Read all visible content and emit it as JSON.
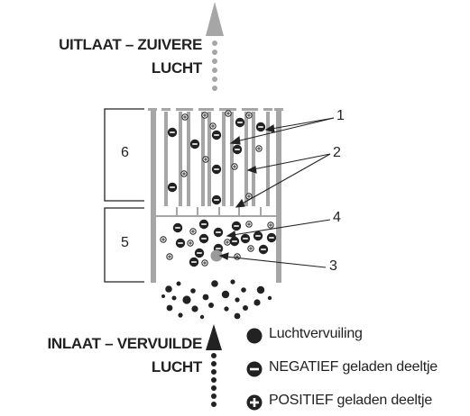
{
  "outlet": {
    "line1": "UITLAAT – ZUIVERE",
    "line2": "LUCHT"
  },
  "inlet": {
    "line1": "INLAAT – VERVUILDE",
    "line2": "LUCHT"
  },
  "sections": {
    "upper": "6",
    "lower": "5"
  },
  "callouts": [
    "1",
    "2",
    "3",
    "4"
  ],
  "legend": {
    "pollution": "Luchtvervuiling",
    "negative": "NEGATIEF geladen deeltje",
    "positive": "POSITIEF geladen deeltje"
  },
  "colors": {
    "ink": "#222222",
    "plate_gray": "#a6a6a6",
    "arrow_gray": "#a6a6a6",
    "ionizer": "#9a9a9a"
  }
}
